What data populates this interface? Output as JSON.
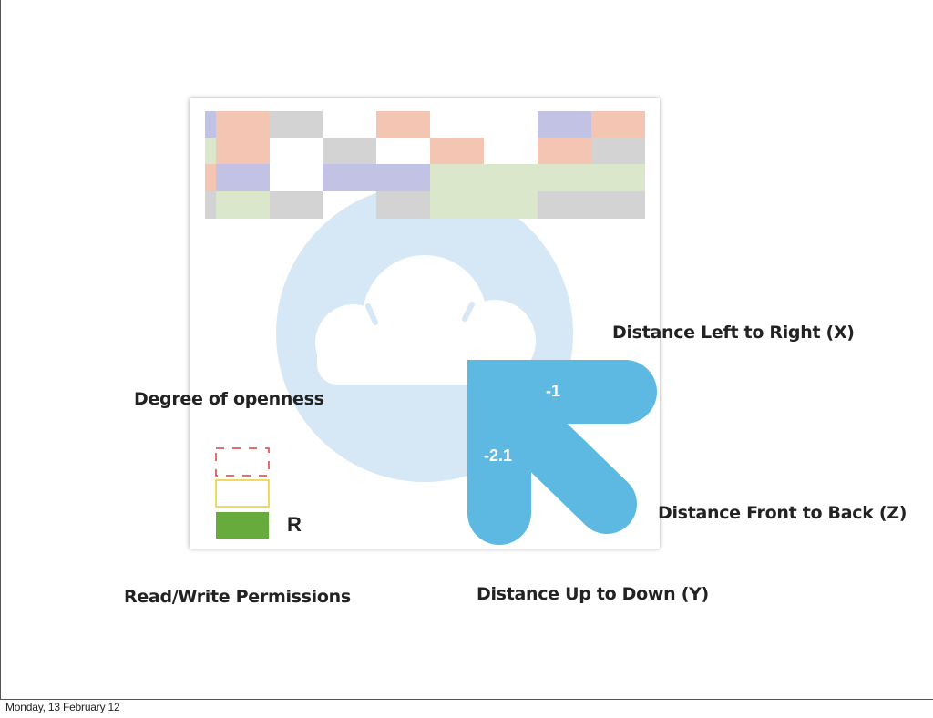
{
  "labels": {
    "degree_of_openness": "Degree of openness",
    "read_write_permissions": "Read/Write Permissions",
    "distance_x": "Distance Left to Right (X)",
    "distance_z": "Distance Front to Back (Z)",
    "distance_y": "Distance Up to Down (Y)"
  },
  "arrow_values": {
    "x_value": "-1",
    "y_value": "-2.1"
  },
  "permission_legend": {
    "read_label": "R"
  },
  "footer": {
    "date": "Monday, 13 February 12"
  },
  "icons": {
    "background": "cloud-icon",
    "arrow": "direction-arrow-icon"
  },
  "colors": {
    "grid_gray": "#d3d3d3",
    "grid_peach": "#f4c5b2",
    "grid_lavender": "#c2c3e4",
    "grid_green": "#dbe7cb",
    "cloud_circle": "#d6e7f6",
    "arrow_blue": "#5db9e2",
    "legend_dashed": "#e23b3b",
    "legend_yellow": "#e8d02c",
    "legend_green": "#67ab3d"
  }
}
